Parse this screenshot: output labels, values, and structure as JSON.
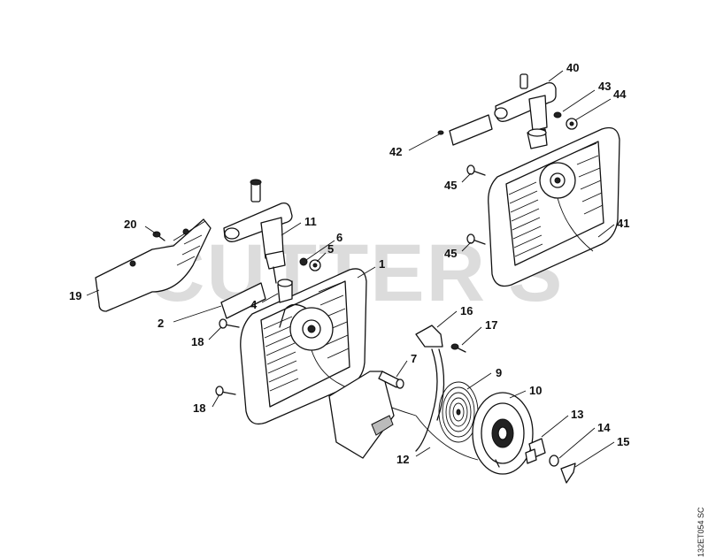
{
  "watermark": "CUTTER'S",
  "drawing_code": "132ET054 SC",
  "callouts": [
    {
      "id": "c1",
      "text": "1"
    },
    {
      "id": "c2",
      "text": "2"
    },
    {
      "id": "c4",
      "text": "4"
    },
    {
      "id": "c5",
      "text": "5"
    },
    {
      "id": "c6",
      "text": "6"
    },
    {
      "id": "c7",
      "text": "7"
    },
    {
      "id": "c9",
      "text": "9"
    },
    {
      "id": "c10",
      "text": "10"
    },
    {
      "id": "c11",
      "text": "11"
    },
    {
      "id": "c12",
      "text": "12"
    },
    {
      "id": "c13",
      "text": "13"
    },
    {
      "id": "c14",
      "text": "14"
    },
    {
      "id": "c15",
      "text": "15"
    },
    {
      "id": "c16",
      "text": "16"
    },
    {
      "id": "c17",
      "text": "17"
    },
    {
      "id": "c18a",
      "text": "18"
    },
    {
      "id": "c18b",
      "text": "18"
    },
    {
      "id": "c19",
      "text": "19"
    },
    {
      "id": "c20",
      "text": "20"
    },
    {
      "id": "c40",
      "text": "40"
    },
    {
      "id": "c41",
      "text": "41"
    },
    {
      "id": "c42",
      "text": "42"
    },
    {
      "id": "c43",
      "text": "43"
    },
    {
      "id": "c44",
      "text": "44"
    },
    {
      "id": "c45a",
      "text": "45"
    },
    {
      "id": "c45b",
      "text": "45"
    }
  ]
}
